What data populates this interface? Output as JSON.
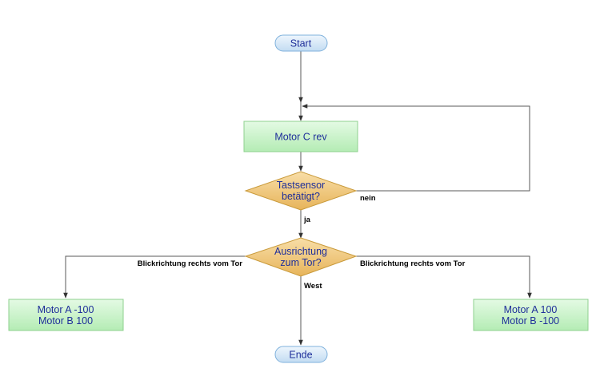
{
  "nodes": {
    "start": "Start",
    "motor_c": "Motor C rev",
    "tastsensor_line1": "Tastsensor",
    "tastsensor_line2": "betätigt?",
    "ausrichtung_line1": "Ausrichtung",
    "ausrichtung_line2": "zum Tor?",
    "left_motor_line1": "Motor A -100",
    "left_motor_line2": "Motor B 100",
    "right_motor_line1": "Motor A 100",
    "right_motor_line2": "Motor B -100",
    "end": "Ende"
  },
  "edge_labels": {
    "nein": "nein",
    "ja": "ja",
    "left_branch": "Blickrichtung rechts vom Tor",
    "right_branch": "Blickrichtung rechts vom Tor",
    "west": "West"
  },
  "colors": {
    "terminal_fill": "#d5e8f7",
    "terminal_stroke": "#7fb1dc",
    "process_fill": "#c9f2c9",
    "process_stroke": "#8fd08f",
    "decision_fill": "#f0c270",
    "decision_stroke": "#c99a3a",
    "text": "#1f2f9a"
  }
}
